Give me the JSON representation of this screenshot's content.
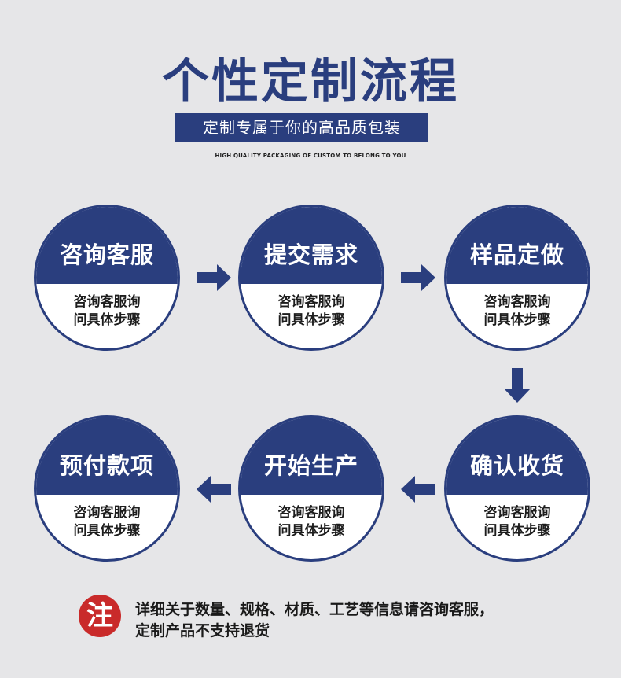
{
  "title": "个性定制流程",
  "subtitle": "定制专属于你的高品质包装",
  "subtitle_en": "HIGH QUALITY PACKAGING OF CUSTOM TO BELONG TO YOU",
  "steps": [
    {
      "title": "咨询客服",
      "desc1": "咨询客服询",
      "desc2": "问具体步骤"
    },
    {
      "title": "提交需求",
      "desc1": "咨询客服询",
      "desc2": "问具体步骤"
    },
    {
      "title": "样品定做",
      "desc1": "咨询客服询",
      "desc2": "问具体步骤"
    },
    {
      "title": "确认收货",
      "desc1": "咨询客服询",
      "desc2": "问具体步骤"
    },
    {
      "title": "开始生产",
      "desc1": "咨询客服询",
      "desc2": "问具体步骤"
    },
    {
      "title": "预付款项",
      "desc1": "咨询客服询",
      "desc2": "问具体步骤"
    }
  ],
  "note": {
    "icon_char": "注",
    "line1": "详细关于数量、规格、材质、工艺等信息请咨询客服，",
    "line2": "定制产品不支持退货"
  },
  "colors": {
    "primary": "#2a3e7e",
    "background": "#e6e6e8",
    "note_icon": "#c92a2a"
  }
}
